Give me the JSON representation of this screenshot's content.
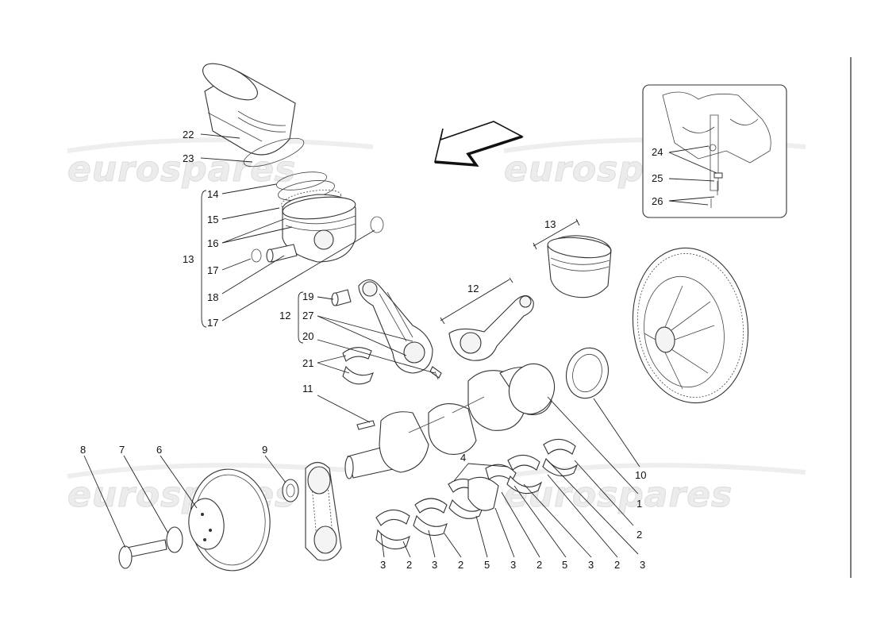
{
  "watermark": "eurospares",
  "callouts": [
    "1",
    "2",
    "3",
    "4",
    "5",
    "6",
    "7",
    "8",
    "9",
    "10",
    "11",
    "12",
    "13",
    "14",
    "15",
    "16",
    "17",
    "18",
    "19",
    "20",
    "21",
    "22",
    "23",
    "24",
    "25",
    "26",
    "27"
  ],
  "bottom_row": [
    "3",
    "2",
    "3",
    "2",
    "5",
    "3",
    "2",
    "5",
    "3",
    "2",
    "3"
  ],
  "colors": {
    "line": "#333333",
    "watermark": "#e6e6e6"
  }
}
